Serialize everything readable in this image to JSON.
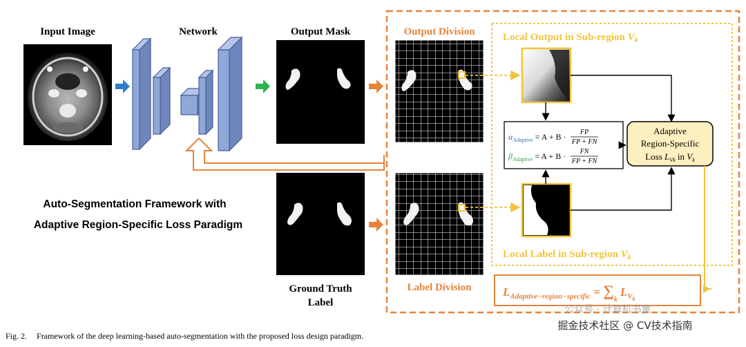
{
  "labels": {
    "input_image": "Input Image",
    "network": "Network",
    "output_mask": "Output Mask",
    "output_division": "Output Division",
    "label_division": "Label Division",
    "ground_truth_1": "Ground Truth",
    "ground_truth_2": "Label",
    "local_output": "Local Output in Sub-region ",
    "local_output_var": "V",
    "local_output_sub": "k",
    "local_label": "Local Label in Sub-region ",
    "local_label_var": "V",
    "local_label_sub": "k",
    "framework_line1": "Auto-Segmentation Framework with",
    "framework_line2": "Adaptive Region-Specific Loss Paradigm"
  },
  "formulas": {
    "alpha_symbol": "α",
    "alpha_sub": "Adaptive",
    "alpha_eq": "= A + B ·",
    "alpha_num": "FP",
    "alpha_den": "FP + FN",
    "beta_symbol": "β",
    "beta_sub": "Adaptive",
    "beta_eq": "= A + B ·",
    "beta_num": "FN",
    "beta_den": "FP + FN"
  },
  "adaptive_box": {
    "line1": "Adaptive",
    "line2": "Region-Specific",
    "line3_a": "Loss ",
    "line3_L": "L",
    "line3_sub": "Vk",
    "line3_b": " in ",
    "line3_V": "V",
    "line3_vsub": "k"
  },
  "loss_formula": {
    "lhs": "L",
    "lhs_sub": "Adaptive−region−specific",
    "eq": " = ",
    "sum": "∑",
    "sum_sub": "k",
    "rhs": "L",
    "rhs_sub": "V",
    "rhs_subsub": "k"
  },
  "caption": {
    "prefix": "Fig. 2.",
    "text": "Framework of the deep learning-based auto-segmentation with the proposed loss design paradigm."
  },
  "watermark": {
    "line1": "公众号 · 计算机书童",
    "line2": "掘金技术社区 @ CV技术指南"
  },
  "colors": {
    "orange": "#E8823A",
    "gold": "#F2C43B",
    "network_blue": "#8FA8D8",
    "network_edge": "#4A5E96",
    "blue_arrow": "#2F7FC8",
    "green_arrow": "#2EB34E",
    "alpha_color": "#2B6CB0",
    "beta_color": "#2E9E4E",
    "box_fill": "#FCEFC0"
  }
}
